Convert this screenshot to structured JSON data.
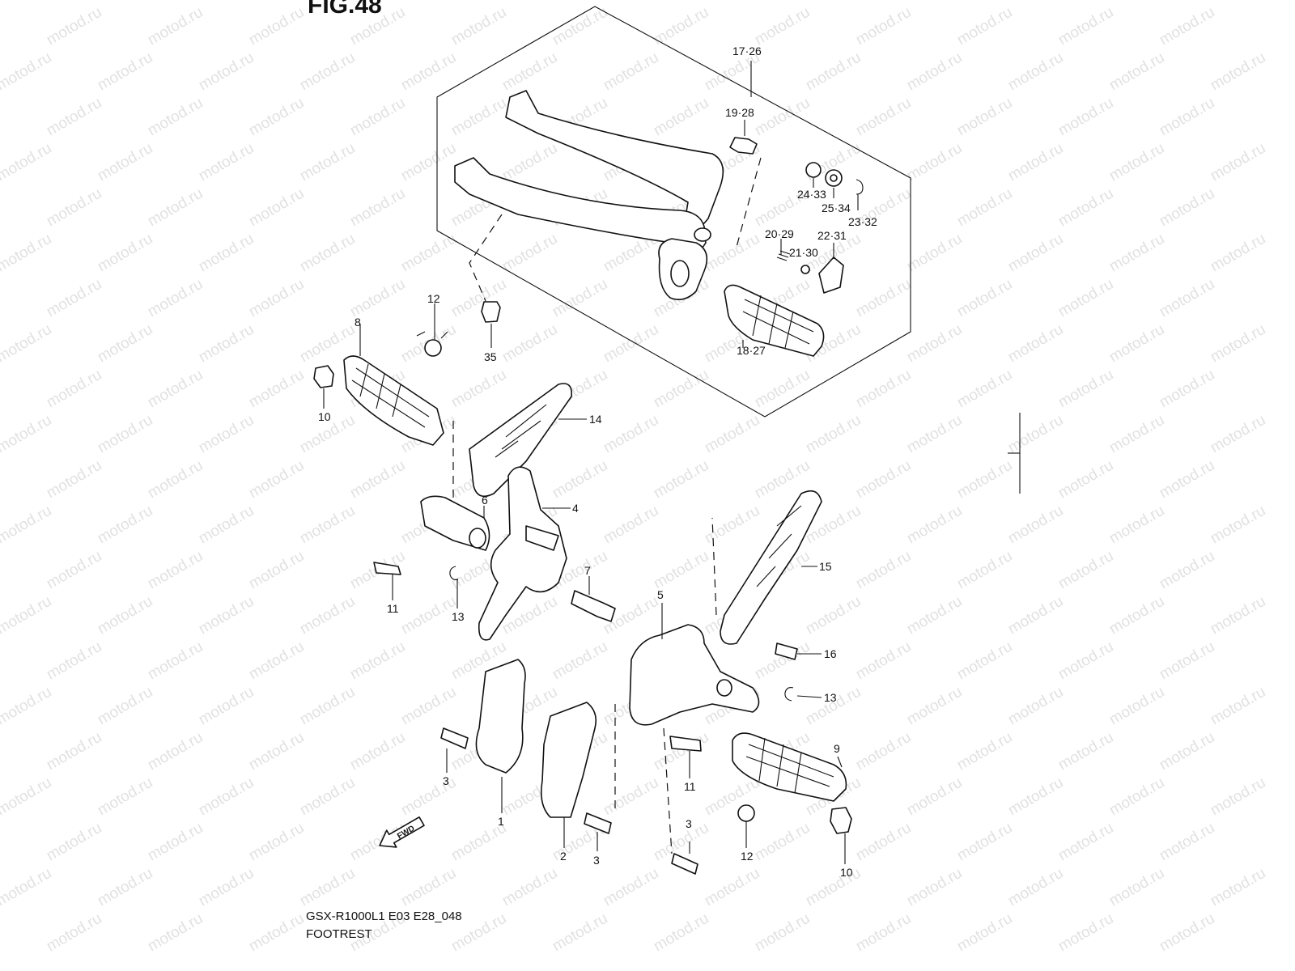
{
  "figure": {
    "title": "FIG.48"
  },
  "caption": {
    "model": "GSX-R1000L1 E03 E28_048",
    "name": "FOOTREST"
  },
  "watermark": {
    "text": "motod.ru"
  },
  "fwd_arrow": {
    "label": "FWD"
  },
  "callouts": [
    "17·26",
    "19·28",
    "24·33",
    "25·34",
    "23·32",
    "20·29",
    "22·31",
    "21·30",
    "18·27",
    "12",
    "8",
    "35",
    "10",
    "14",
    "6",
    "4",
    "15",
    "7",
    "11",
    "13",
    "5",
    "16",
    "13",
    "9",
    "3",
    "1",
    "2",
    "3",
    "11",
    "3",
    "12",
    "10"
  ],
  "colors": {
    "ink": "#111111",
    "watermark": "#c9c9c9",
    "background": "#ffffff"
  }
}
